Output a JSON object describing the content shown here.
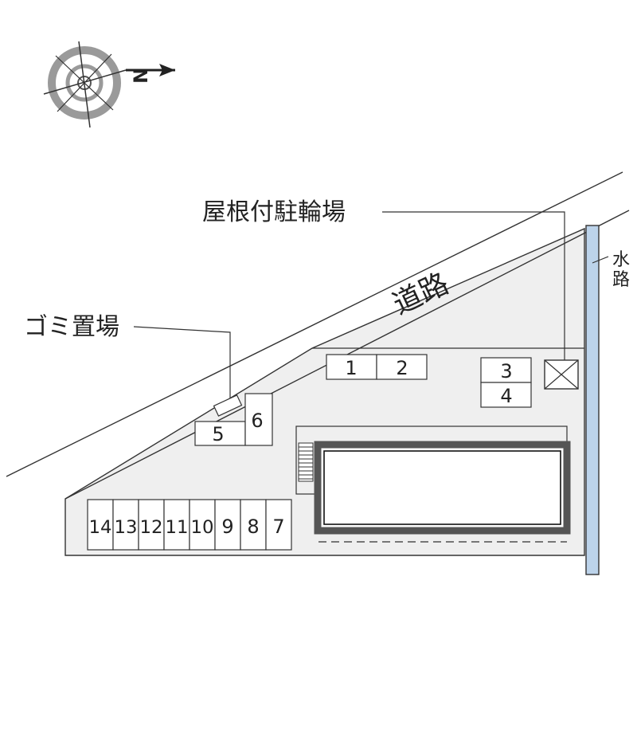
{
  "compass": {
    "north_letter": "N"
  },
  "labels": {
    "bike_shelter": "屋根付駐輪場",
    "road": "道路",
    "trash": "ゴミ置場",
    "waterway_1": "水",
    "waterway_2": "路"
  },
  "parking": {
    "top_row": [
      "1",
      "2"
    ],
    "right_stack": [
      "3",
      "4"
    ],
    "left_pair": [
      "5",
      "6"
    ],
    "bottom_row": [
      "14",
      "13",
      "12",
      "11",
      "10",
      "9",
      "8",
      "7"
    ]
  },
  "colors": {
    "lot_fill": "#efefef",
    "outline": "#333333",
    "building_border": "#555555",
    "water": "#bcd3ea",
    "compass_ring": "#999999"
  }
}
